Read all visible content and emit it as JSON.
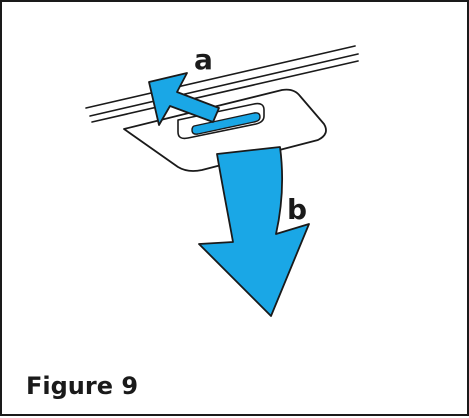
{
  "labels": {
    "step_a": "a",
    "step_b": "b"
  },
  "caption": "Figure 9",
  "colors": {
    "arrow_fill": "#1aa7e6",
    "arrow_stroke": "#1a1a1a",
    "line_color": "#1a1a1a",
    "frame_border": "#1a1a1a",
    "background": "#ffffff"
  }
}
